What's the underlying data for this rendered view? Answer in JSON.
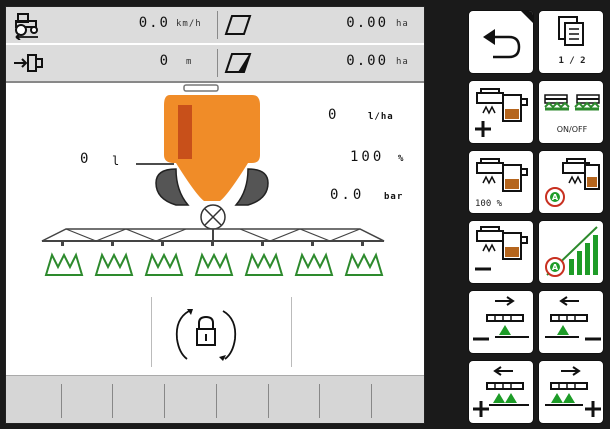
{
  "status_bar": {
    "speed": {
      "value": "0.0",
      "unit": "km/h"
    },
    "area_partial": {
      "value": "0.00",
      "unit": "ha"
    },
    "distance": {
      "value": "0",
      "unit": "m"
    },
    "area_total": {
      "value": "0.00",
      "unit": "ha"
    }
  },
  "sprayer": {
    "application_rate": {
      "value": "0",
      "unit": "l/ha"
    },
    "rate_percent": {
      "value": "100",
      "unit": "%"
    },
    "pressure": {
      "value": "0.0",
      "unit": "bar"
    },
    "tank_level": {
      "value": "0",
      "unit": "l"
    },
    "sections_count": 7
  },
  "softkeys": {
    "page_indicator": "1 / 2",
    "section_toggle_label": "ON/OFF",
    "rate_step_label": "100 %"
  },
  "colors": {
    "tank_orange": "#f08c28",
    "tank_dark": "#c8501a",
    "plant_green": "#2d8a2d",
    "indicator_green": "#1e9c28",
    "liquid_brown": "#b5651d"
  }
}
